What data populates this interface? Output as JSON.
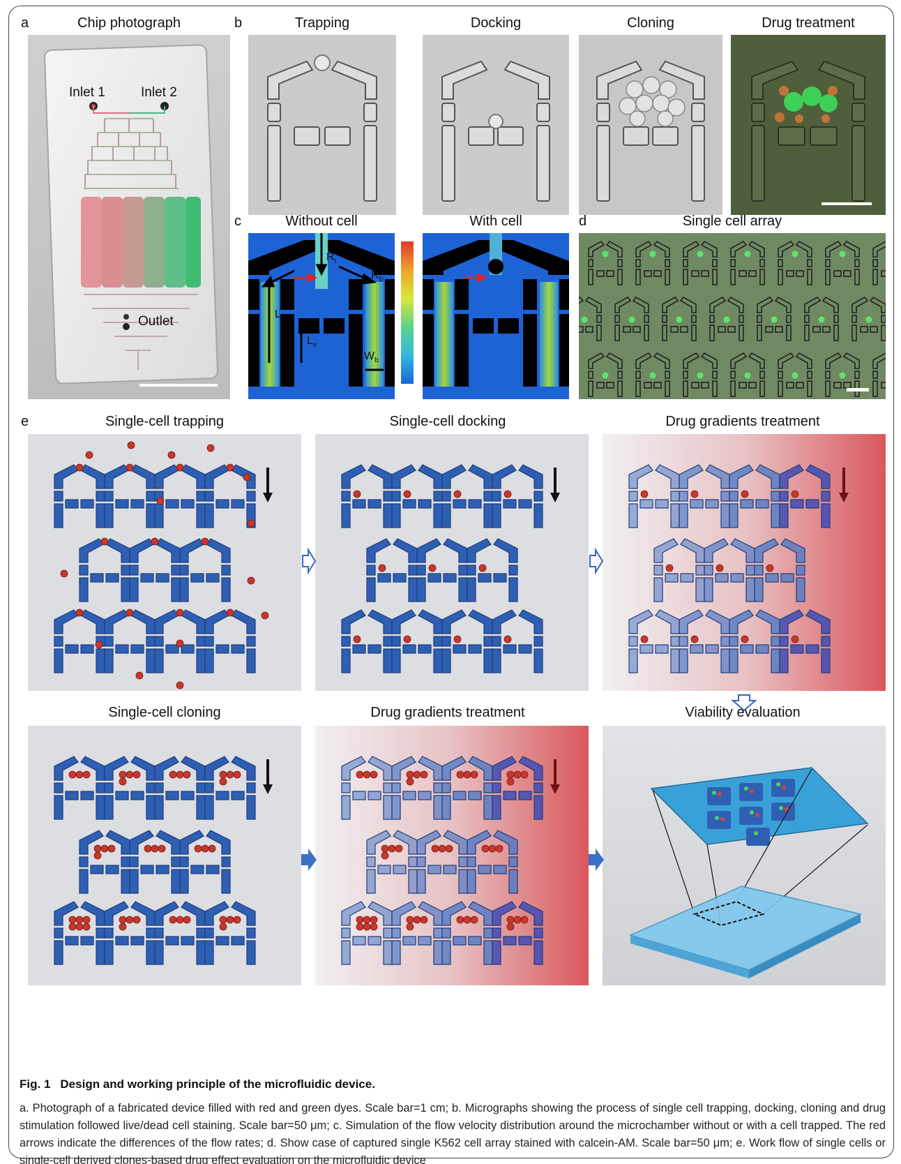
{
  "panel_letters": {
    "a": "a",
    "b": "b",
    "c": "c",
    "d": "d",
    "e": "e"
  },
  "panel_a": {
    "title": "Chip photograph",
    "inlet1": "Inlet 1",
    "inlet2": "Inlet 2",
    "outlet": "Outlet"
  },
  "panel_b": {
    "titles": [
      "Trapping",
      "Docking",
      "Cloning",
      "Drug treatment"
    ]
  },
  "panel_c": {
    "titles": [
      "Without cell",
      "With cell"
    ],
    "labels": {
      "rt_main": "R",
      "rt_sub": "t",
      "rb_main": "R",
      "rb_sub": "b",
      "lb_main": "L",
      "lb_sub": "b",
      "le_main": "L",
      "le_sub": "e",
      "wb_main": "W",
      "wb_sub": "b"
    }
  },
  "panel_d": {
    "title": "Single cell array"
  },
  "panel_e": {
    "titles": [
      "Single-cell trapping",
      "Single-cell docking",
      "Drug gradients treatment",
      "Single-cell cloning",
      "Drug gradients treatment",
      "Viability evaluation"
    ]
  },
  "caption": {
    "fig_label": "Fig. 1",
    "title": "Design and working principle of the microfluidic device.",
    "body": "a. Photograph of a fabricated device filled with red and green dyes. Scale bar=1 cm; b. Micrographs showing the process of single cell trapping, docking, cloning and drug stimulation followed live/dead cell staining. Scale bar=50 μm; c. Simulation of the flow velocity distribution around the microchamber without or with a cell trapped. The red arrows indicate the differences of the flow rates; d. Show case of captured single K562 cell array stained with calcein-AM. Scale bar=50 μm; e. Work flow of single cells or single-cell derived clones-based drug effect evaluation on the microfluidic device"
  },
  "colors": {
    "chamber_blue": "#2f5fb3",
    "cell_red": "#c0392b",
    "gradient_red": "#d9585d",
    "micro_gray": "#c9c9c9",
    "fluor_green": "#3bd35a",
    "sim_blue": "#1e63d6"
  }
}
